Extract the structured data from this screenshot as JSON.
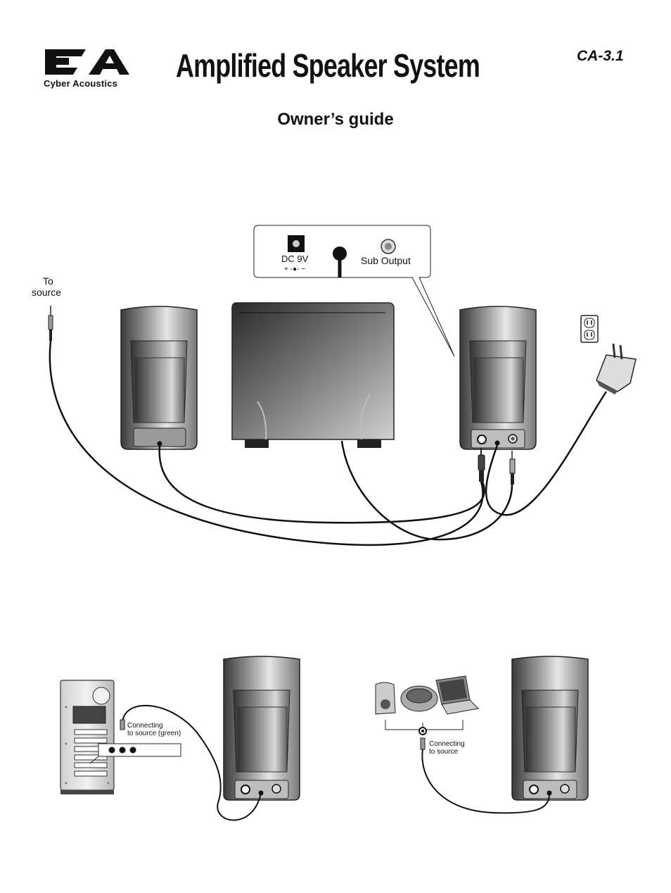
{
  "header": {
    "brand_name": "Cyber Acoustics",
    "logo_letters": "CA",
    "title": "Amplified Speaker System",
    "model": "CA-3.1",
    "subtitle": "Owner’s guide"
  },
  "main_diagram": {
    "callout_power_label": "DC 9V",
    "callout_polarity": "+ -●- −",
    "callout_sub_output": "Sub Output",
    "to_source_line1": "To",
    "to_source_line2": "source"
  },
  "computer_diagram": {
    "label_line1": "Connecting",
    "label_line2": "to source (green)"
  },
  "device_diagram": {
    "label_line1": "Connecting",
    "label_line2": "to source"
  }
}
